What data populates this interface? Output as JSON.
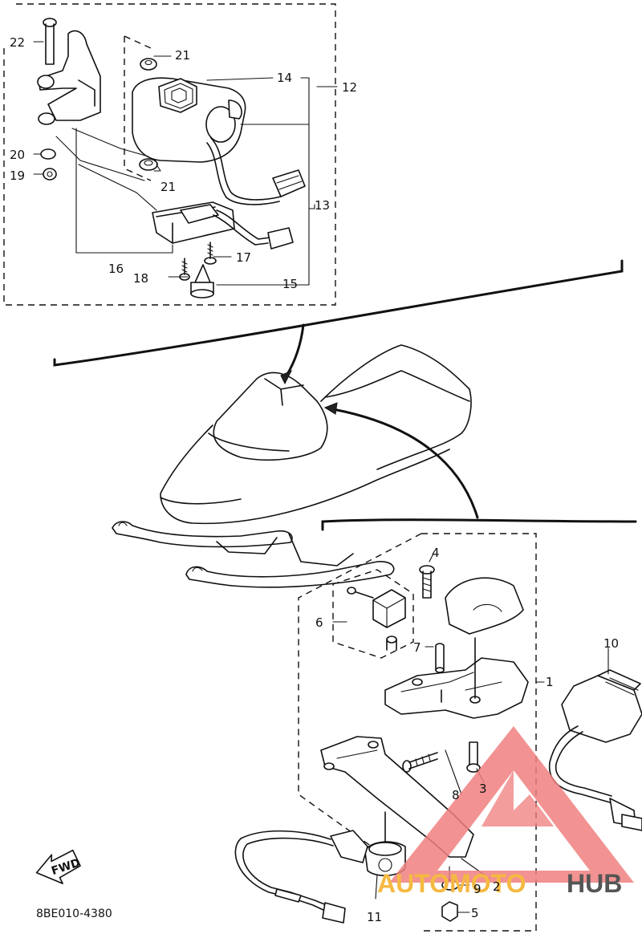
{
  "callouts": {
    "c1": "1",
    "c2": "2",
    "c3": "3",
    "c4": "4",
    "c5": "5",
    "c6": "6",
    "c7": "7",
    "c8": "8",
    "c9": "9",
    "c10": "10",
    "c11": "11",
    "c12": "12",
    "c13": "13",
    "c14": "14",
    "c15": "15",
    "c16": "16",
    "c17": "17",
    "c18": "18",
    "c19": "19",
    "c20": "20",
    "c21a": "21",
    "c21b": "21",
    "c22": "22"
  },
  "fwd_label": "FWD",
  "diagram_code": "8BE010-4380",
  "watermark": {
    "text_main": "AUTOMOTO",
    "text_tail": "HUB",
    "colors": {
      "triangle": "#f08080",
      "text_main": "#f5b942",
      "text_tail": "#555555"
    }
  }
}
